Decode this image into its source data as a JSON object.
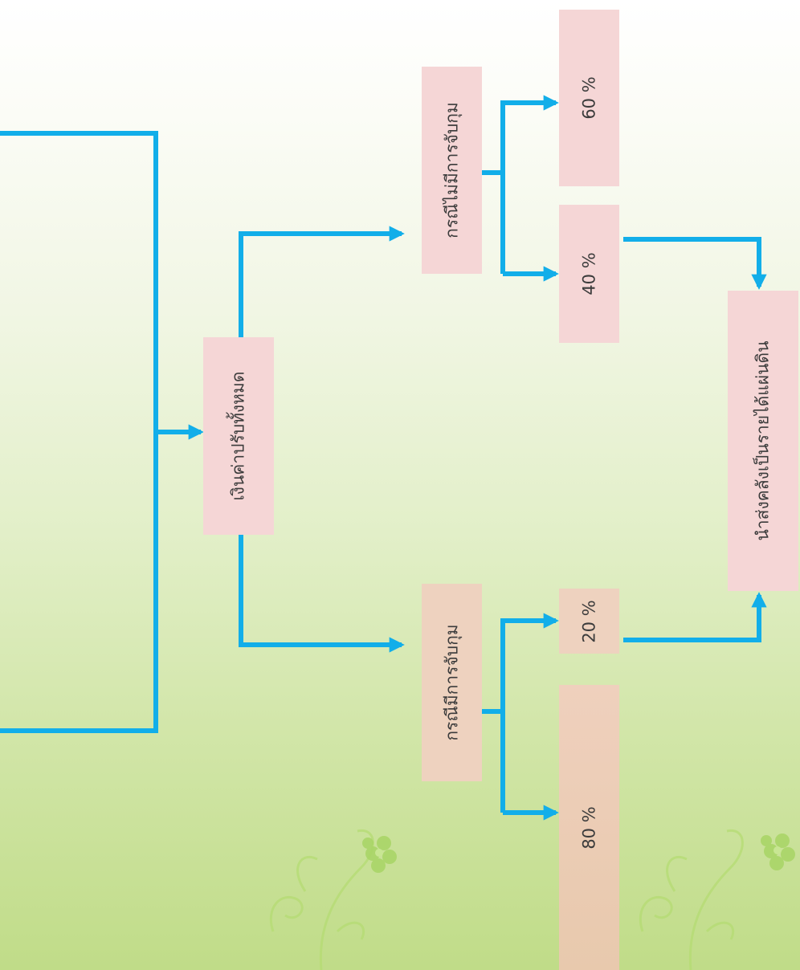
{
  "diagram": {
    "root": "เงินค่าปรับทั้งหมด",
    "case_no_arrest": "กรณีไม่มีการจับกุม",
    "case_arrest": "กรณีมีการจับกุม",
    "pct_60": "60 %",
    "pct_40": "40 %",
    "pct_20": "20 %",
    "pct_80": "80 %",
    "result": "นำส่งคลังเป็นรายได้แผ่นดิน"
  },
  "colors": {
    "connector": "#12aee9",
    "box_pink": "#f5d6d6",
    "box_peach": "#eed2bf",
    "decoration": "#9fd058"
  }
}
